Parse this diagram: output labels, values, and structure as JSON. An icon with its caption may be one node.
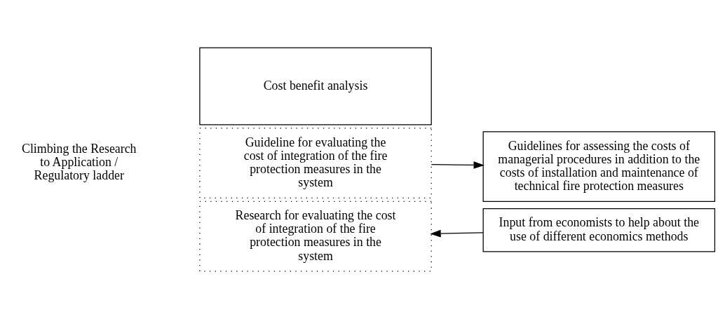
{
  "diagram": {
    "nodes": [
      {
        "text": [
          "Cost benefit analysis"
        ]
      },
      {
        "text": [
          "Guideline for evaluating the cost of integration of the fire protection measures in the system"
        ]
      },
      {
        "text": [
          "Research for evaluating the cost of integration of the fire protection measures in the system"
        ]
      },
      {
        "text": [
          "Guidelines for assessing the costs of managerial procedures in addition to the costs of installation and maintenance of technical fire protection measures"
        ]
      },
      {
        "text": [
          "Input from economists to help about the use of different economics methods"
        ]
      }
    ],
    "edges": [
      {
        "from": 1,
        "to": 3,
        "arrow": "to"
      },
      {
        "from": 4,
        "to": 2,
        "arrow": "to"
      }
    ],
    "labels": [
      "Climbing the Research to Application / Regulatory ladder"
    ]
  }
}
